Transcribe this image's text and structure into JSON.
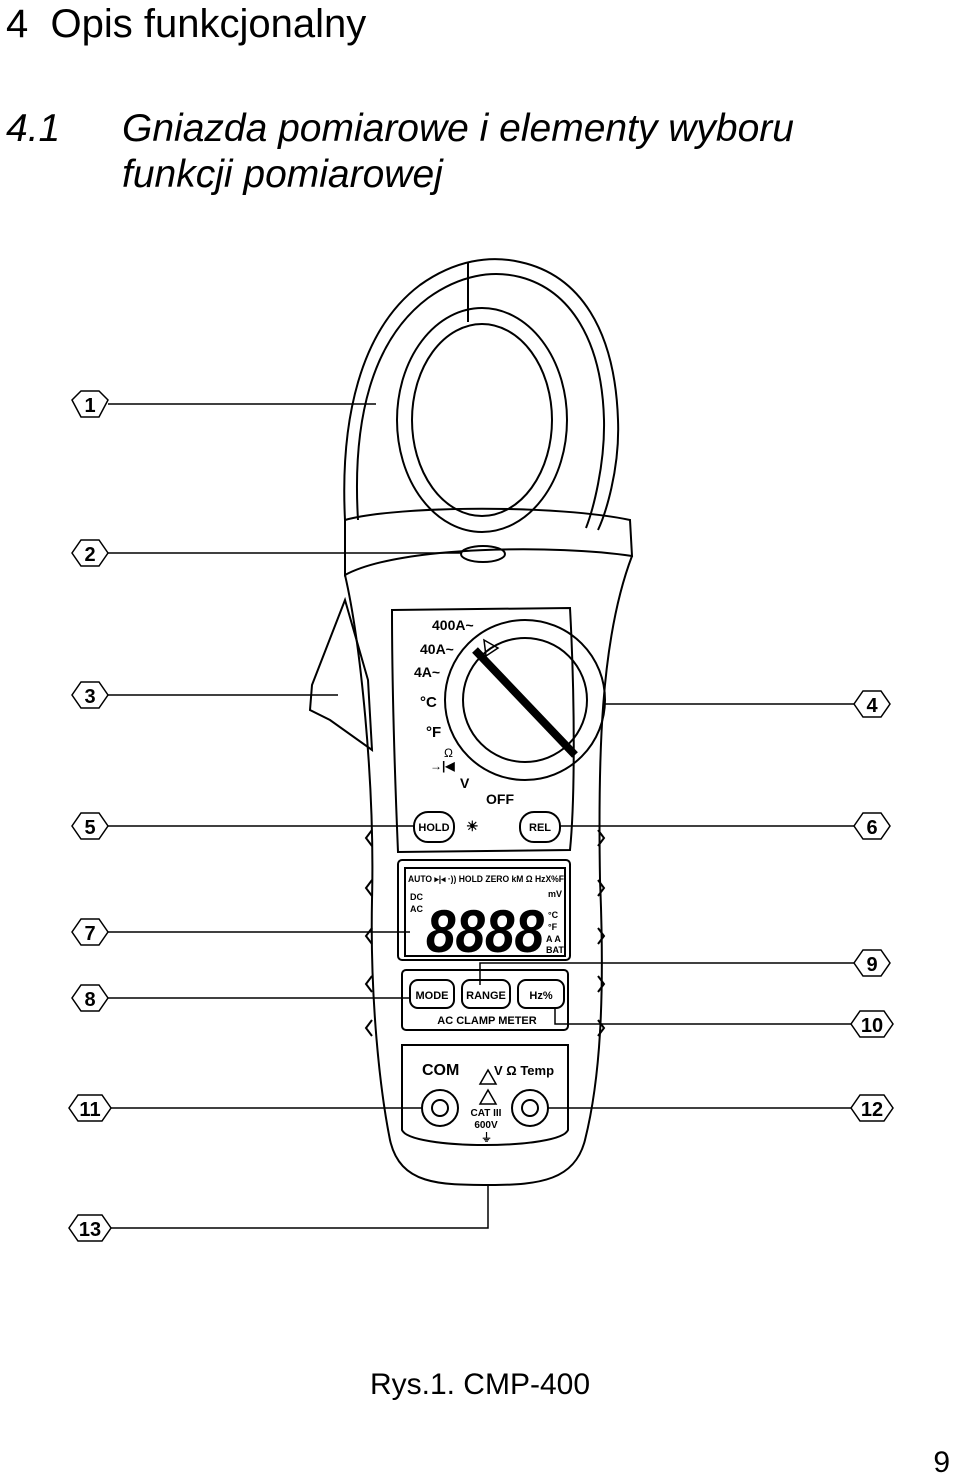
{
  "heading": {
    "section_number": "4",
    "section_title": "Opis funkcjonalny",
    "subsection_number": "4.1",
    "subsection_title_line1": "Gniazda pomiarowe i elementy wyboru",
    "subsection_title_line2": "funkcji pomiarowej"
  },
  "figure": {
    "caption": "Rys.1. CMP-400",
    "callouts": [
      "1",
      "2",
      "3",
      "4",
      "5",
      "6",
      "7",
      "8",
      "9",
      "10",
      "11",
      "12",
      "13"
    ],
    "dial_positions": [
      "400A~",
      "40A~",
      "4A~",
      "°C",
      "°F",
      "Ω",
      "V",
      "OFF"
    ],
    "buttons": {
      "hold": "HOLD",
      "rel": "REL",
      "mode": "MODE",
      "range": "RANGE",
      "hz": "Hz%"
    },
    "lcd": {
      "top_row": "AUTO ▸|◂ ·)) HOLD ZERO kM Ω HzX%F",
      "left_labels": [
        "DC",
        "AC"
      ],
      "right_labels": [
        "mV",
        "°C",
        "°F",
        "A A",
        "BAT"
      ],
      "digits": "8888"
    },
    "meter_label": "AC CLAMP METER",
    "jack_labels": {
      "com": "COM",
      "v_ohm_temp": "V Ω Temp",
      "cat": "CAT III",
      "voltage": "600V"
    }
  },
  "page_number": "9"
}
